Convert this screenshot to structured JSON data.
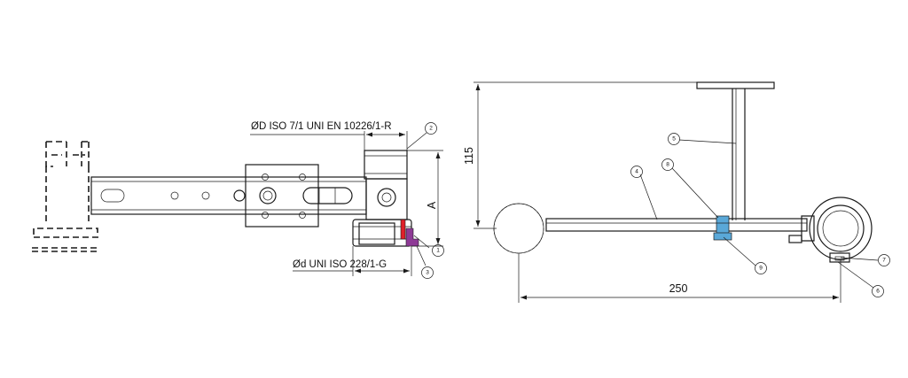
{
  "labels": {
    "top_callout": "ØD ISO 7/1 UNI EN 10226/1-R",
    "bottom_callout": "Ød UNI ISO 228/1-G",
    "dim_a": "A",
    "dim_115": "115",
    "dim_250": "250"
  },
  "balloons": [
    "1",
    "2",
    "3",
    "4",
    "5",
    "6",
    "7",
    "8",
    "9"
  ],
  "colors": {
    "red_part": "#e0202a",
    "purple_part": "#8e3a96",
    "blue_part": "#5aa8d8",
    "line": "#1a1a1a"
  }
}
